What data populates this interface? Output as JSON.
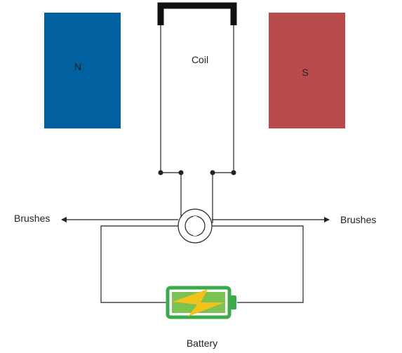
{
  "diagram": {
    "magnet_north": {
      "label": "N",
      "color": "#0060A0"
    },
    "magnet_south": {
      "label": "S",
      "color": "#B84A4C"
    },
    "coil": {
      "label": "Coil",
      "terminal_color": "#111111"
    },
    "brush_left": {
      "label": "Brushes"
    },
    "brush_right": {
      "label": "Brushes"
    },
    "battery": {
      "label": "Battery",
      "case_color": "#3BAA4A",
      "bolt_color": "#F2C21B",
      "fill_color": "#7CC251"
    },
    "wire_color": "#222222"
  }
}
